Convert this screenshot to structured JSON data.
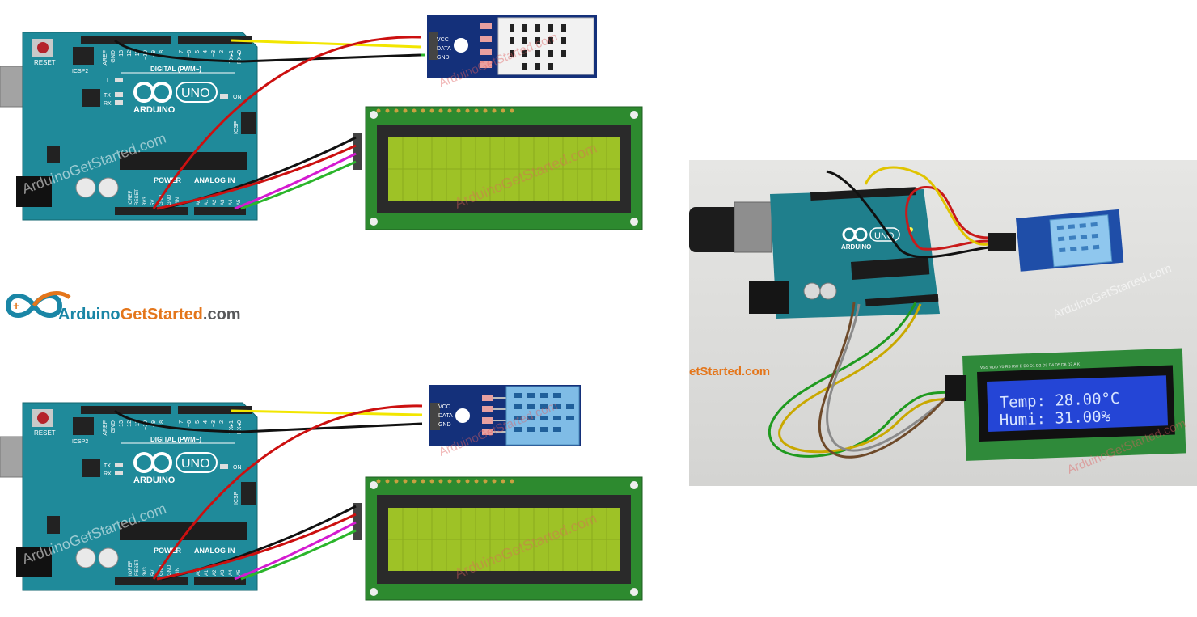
{
  "logo": {
    "part1": "Arduino",
    "part2": "GetStarted",
    "part3": ".com"
  },
  "watermark": "ArduinoGetStarted.com",
  "board": {
    "brand": "ARDUINO",
    "model": "UNO",
    "reset": "RESET",
    "icsp2": "ICSP2",
    "icsp": "ICSP",
    "aref": "AREF",
    "gnd": "GND",
    "digital": "DIGITAL (PWM~)",
    "pins": [
      "13",
      "12",
      "~11",
      "~10",
      "~9",
      "8",
      "7",
      "~6",
      "~5",
      "4",
      "~3",
      "2",
      "TX▸1",
      "RX◂0"
    ],
    "led_l": "L",
    "led_tx": "TX",
    "led_rx": "RX",
    "on": "ON",
    "power": "POWER",
    "analog": "ANALOG IN",
    "power_pins": [
      "IOREF",
      "RESET",
      "3V3",
      "5V",
      "GND",
      "GND",
      "VIN"
    ],
    "analog_pins": [
      "A0",
      "A1",
      "A2",
      "A3",
      "A4",
      "A5"
    ]
  },
  "sensor": {
    "vcc": "VCC",
    "data": "DATA",
    "gnd": "GND"
  },
  "photo": {
    "brand": "ARDUINO",
    "model": "UNO",
    "partial_logo": "etStarted.com",
    "lcd_line1": "Temp: 28.00°C",
    "lcd_line2": "Humi: 31.00%",
    "lcd_pins": "VSS VDD V0 RS RW E D0 D1 D2 D3 D4 D5 D6 D7 A K"
  },
  "colors": {
    "board": "#1f8a9a",
    "lcd_pcb": "#2d8a2f",
    "lcd_screen": "#9ec226",
    "sensor_pcb": "#14307a",
    "photo_lcd": "#2445d6",
    "wire_red": "#cc1010",
    "wire_black": "#111111",
    "wire_yellow": "#f2e600",
    "wire_green": "#2bb52b",
    "wire_pink": "#d41bd0"
  }
}
